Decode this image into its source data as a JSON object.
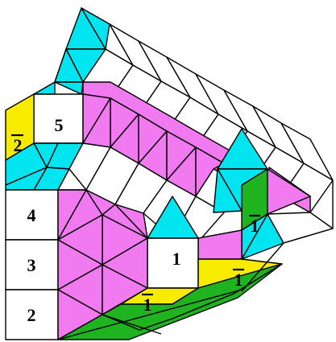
{
  "colors": {
    "cyan": "#00e5ef",
    "magenta": "#f27af0",
    "yellow": "#f7ec00",
    "green": "#1fb31f",
    "white": "#ffffff",
    "stroke": "#000000"
  },
  "labels": {
    "five": "5",
    "four": "4",
    "three": "3",
    "two": "2",
    "one": "1",
    "bar_two": "2",
    "bar_one_a": "1",
    "bar_one_b": "1",
    "bar_one_c": "1"
  }
}
